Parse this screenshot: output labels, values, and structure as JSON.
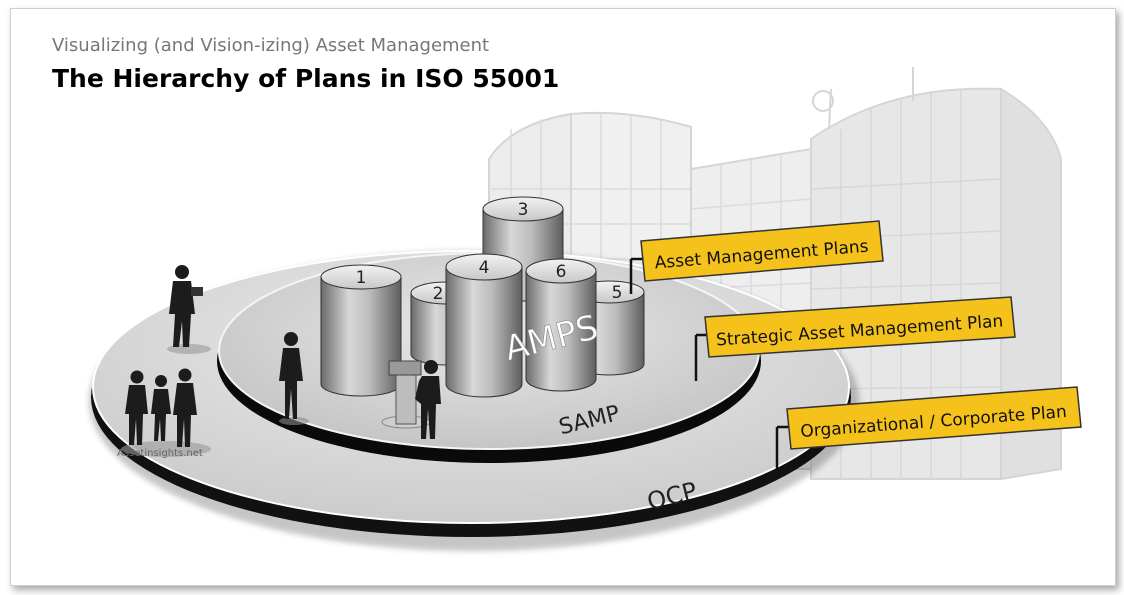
{
  "header": {
    "subtitle": "Visualizing (and Vision-izing) Asset Management",
    "title": "The Hierarchy of Plans in ISO 55001"
  },
  "diagram": {
    "outer_ring_label": "OCP",
    "inner_ring_label": "SAMP",
    "center_label": "AMPS",
    "cylinders": [
      "1",
      "2",
      "3",
      "4",
      "5",
      "6"
    ],
    "watermark": "Assetinsights.net"
  },
  "callouts": {
    "amp": "Asset Management  Plans",
    "samp": "Strategic Asset Management Plan",
    "ocp": "Organizational / Corporate Plan"
  },
  "colors": {
    "callout_fill": "#F5C21B",
    "callout_border": "#333333",
    "ring_fill": "#DCDCDC"
  }
}
